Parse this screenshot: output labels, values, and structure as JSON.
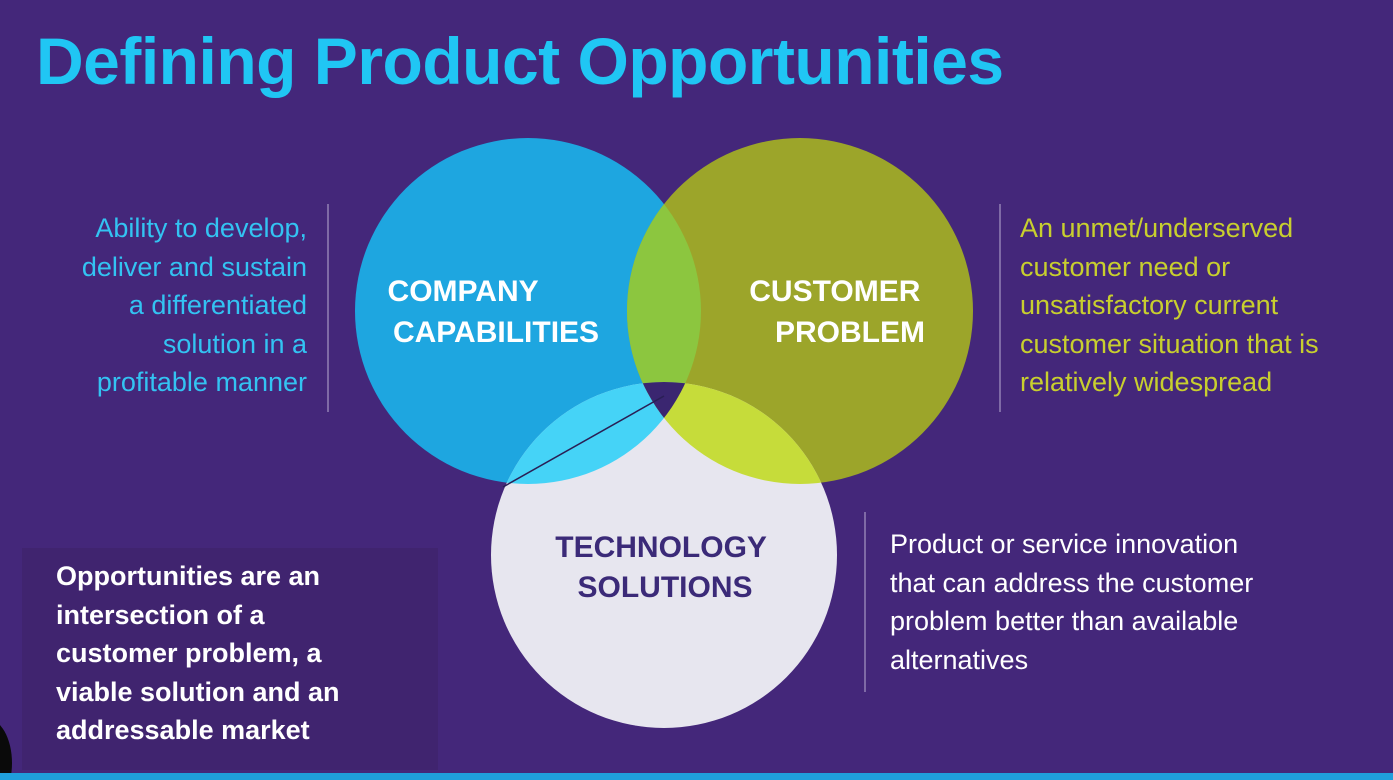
{
  "slide": {
    "title": "Defining Product Opportunities"
  },
  "venn": {
    "circles": [
      {
        "id": "company",
        "label_lines": [
          "COMPANY",
          "CAPABILITIES"
        ],
        "color": "#1ea6e0",
        "label_color": "#ffffff",
        "description_lines": [
          "Ability to develop,",
          "deliver and sustain",
          "a differentiated",
          "solution in a",
          "profitable manner"
        ],
        "description_color": "#33c3f2"
      },
      {
        "id": "customer",
        "label_lines": [
          "CUSTOMER",
          "PROBLEM"
        ],
        "color": "#9ca52a",
        "label_color": "#ffffff",
        "description_lines": [
          "An unmet/underserved",
          "customer need or",
          "unsatisfactory current",
          "customer situation that is",
          "relatively widespread"
        ],
        "description_color": "#c8cf2e"
      },
      {
        "id": "technology",
        "label_lines": [
          "TECHNOLOGY",
          "SOLUTIONS"
        ],
        "color": "#e7e6ef",
        "label_color": "#3b2a78",
        "description_lines": [
          "Product or service innovation",
          "that can address the customer",
          "problem better than available",
          "alternatives"
        ],
        "description_color": "#ffffff"
      }
    ],
    "overlap_colors": {
      "company_customer": "#8cc63f",
      "company_technology": "#45d3f7",
      "customer_technology": "#c6dc3a",
      "center": "#3a2670"
    }
  },
  "note": {
    "lines": [
      "Opportunities are an",
      "intersection of a",
      "customer problem, a",
      "viable solution and an",
      "addressable market"
    ]
  },
  "colors": {
    "background": "#44277a",
    "title": "#20c6f4",
    "bottom_bar": "#1f9fdc"
  }
}
